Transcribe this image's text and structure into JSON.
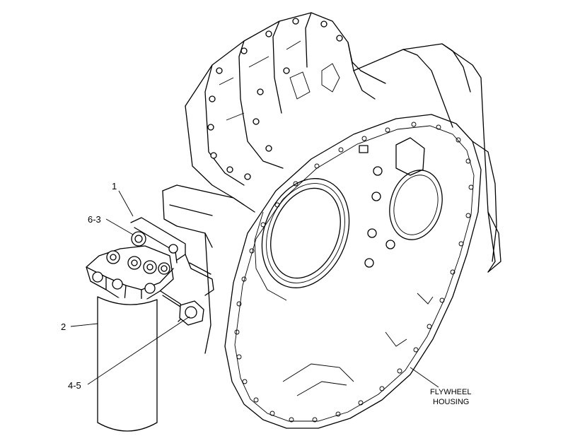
{
  "callouts": {
    "c1": "1",
    "c6_3": "6-3",
    "c2": "2",
    "c4_5": "4-5",
    "flywheel_line1": "FLYWHEEL",
    "flywheel_line2": "HOUSING"
  }
}
